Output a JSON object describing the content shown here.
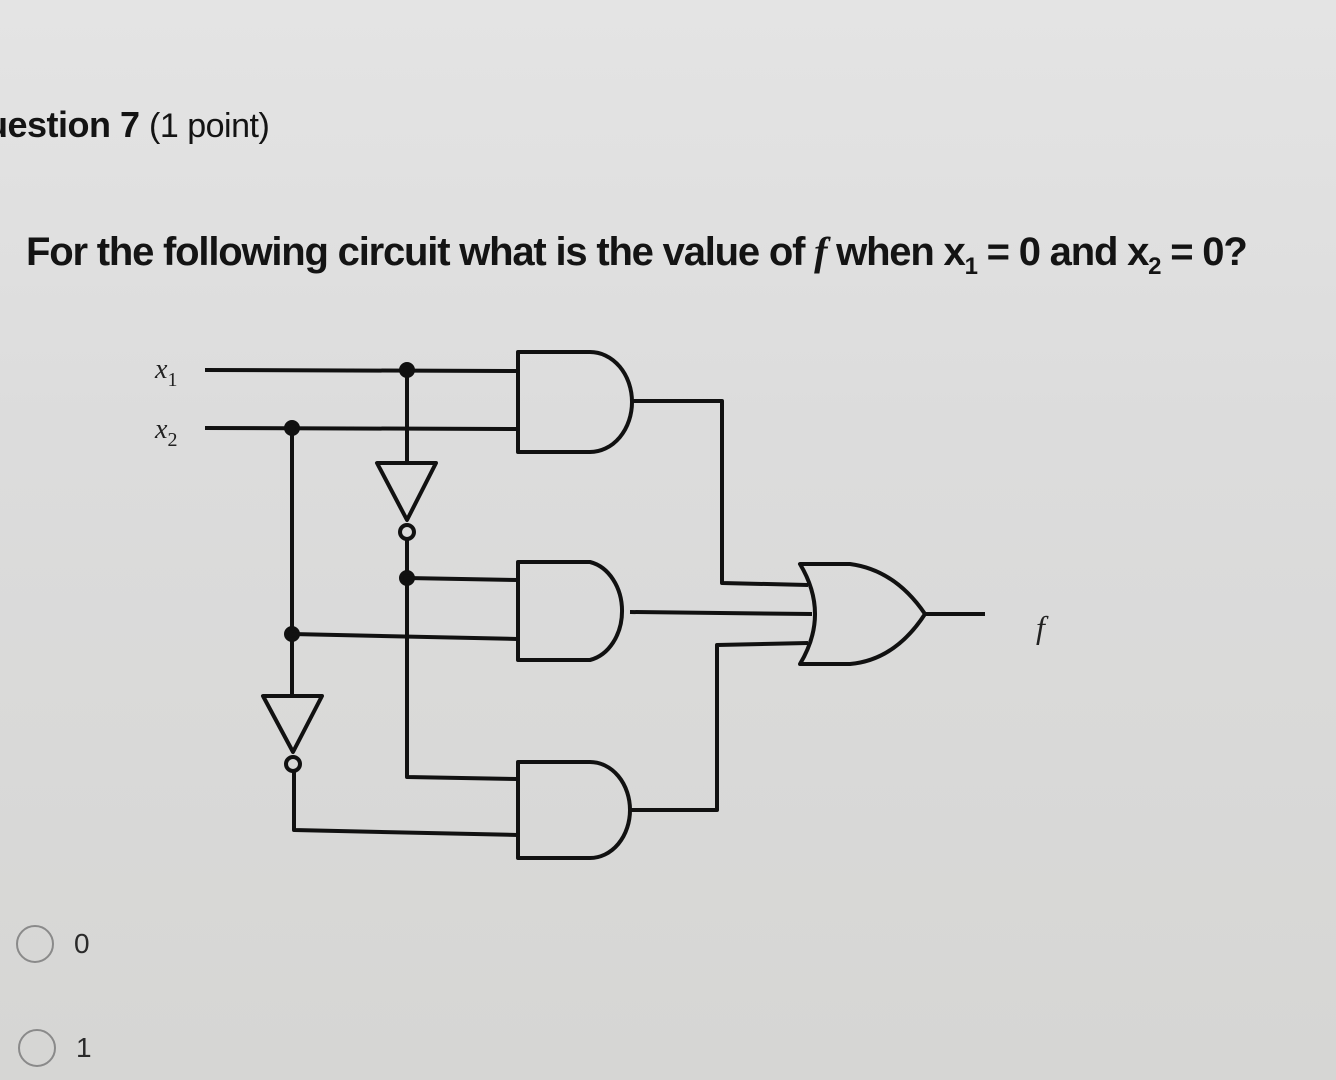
{
  "question": {
    "title": "uestion 7",
    "points": "(1 point)",
    "text_prefix": "For the following circuit what is the value of ",
    "f_symbol": "f",
    "text_when": " when x",
    "x1_sub": "1",
    "x1_eq": " = 0 and x",
    "x2_sub": "2",
    "x2_eq": " = 0?"
  },
  "circuit": {
    "inputs": [
      {
        "label": "x",
        "sub": "1"
      },
      {
        "label": "x",
        "sub": "2"
      }
    ],
    "output_label": "f",
    "gates": [
      {
        "type": "AND",
        "inputs": [
          "x1",
          "x2"
        ]
      },
      {
        "type": "NOT",
        "input": "x1"
      },
      {
        "type": "NOT",
        "input": "x2"
      },
      {
        "type": "AND",
        "inputs": [
          "NOT x1",
          "x2"
        ]
      },
      {
        "type": "AND",
        "inputs": [
          "NOT x1",
          "NOT x2"
        ]
      },
      {
        "type": "OR",
        "inputs": [
          "AND1",
          "AND2",
          "AND3"
        ],
        "output": "f"
      }
    ]
  },
  "options": [
    {
      "label": "0",
      "selected": false
    },
    {
      "label": "1",
      "selected": false
    }
  ]
}
